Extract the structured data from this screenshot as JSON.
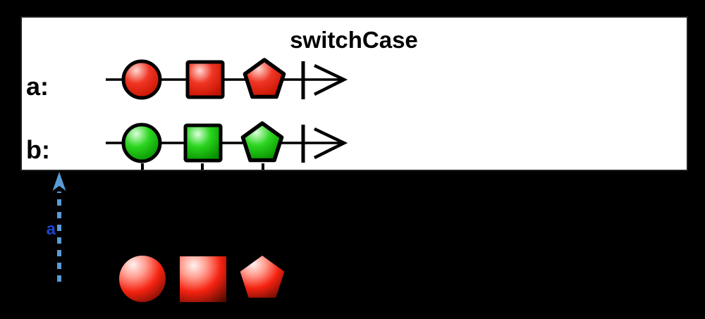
{
  "diagram": {
    "title": "switchCase",
    "background_color": "#000000",
    "panel_background": "#ffffff",
    "streams": [
      {
        "label": "a:",
        "color_name": "red",
        "marbles": [
          "circle",
          "square",
          "pentagon"
        ],
        "completed": true
      },
      {
        "label": "b:",
        "color_name": "green",
        "marbles": [
          "circle",
          "square",
          "pentagon"
        ],
        "completed": true
      }
    ],
    "annotation_arrow": {
      "label": "a",
      "label_color": "#1c43d1",
      "arrow_color": "#5b9bd5",
      "style": "dashed",
      "direction": "up"
    },
    "input_shapes": {
      "color_name": "red",
      "shapes": [
        "circle",
        "square",
        "pentagon"
      ]
    },
    "colors": {
      "marble_red": "#ee2211",
      "marble_red_dark": "#c71200",
      "marble_green": "#2bd51f",
      "marble_green_dark": "#079100",
      "stroke_black": "#000000",
      "arrow_blue": "#5b9bd5",
      "label_blue": "#1c43d1"
    }
  }
}
